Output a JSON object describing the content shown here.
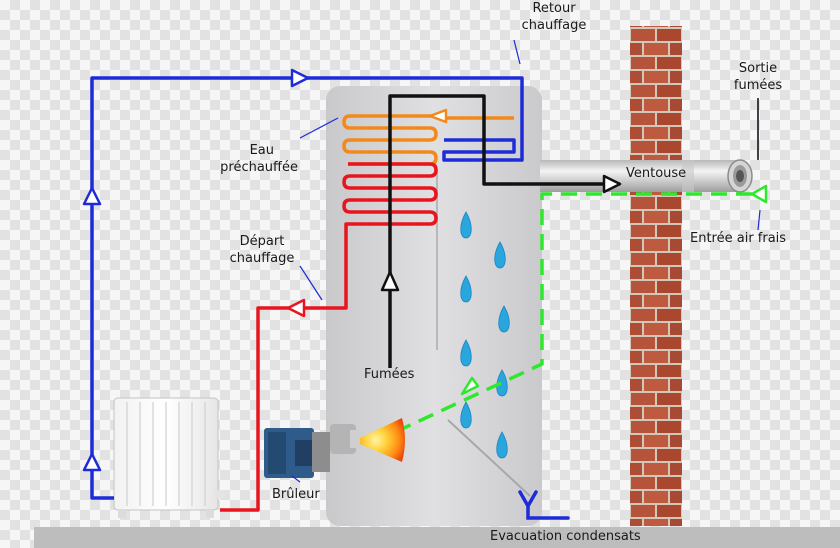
{
  "labels": {
    "retour_line1": "Retour",
    "retour_line2": "chauffage",
    "sortie_line1": "Sortie",
    "sortie_line2": "fumées",
    "eau_line1": "Eau",
    "eau_line2": "préchauffée",
    "ventouse": "Ventouse",
    "entree_air": "Entrée air frais",
    "depart_line1": "Départ",
    "depart_line2": "chauffage",
    "fumees": "Fumées",
    "bruleur": "Brûleur",
    "evacuation": "Evacuation condensats"
  },
  "colors": {
    "hot_water": "#e8151f",
    "cold_water": "#1d2bd8",
    "preheated_water": "#f28a1b",
    "flue_gas": "#111111",
    "fresh_air": "#2ee82e",
    "brick": "#b4513a",
    "mortar": "#cfc6b8",
    "boiler_body": "#d4d4d6",
    "condensate_drop": "#29a6e0",
    "floor": "#bdbdbd"
  },
  "icons": [
    "radiator-icon",
    "burner-icon",
    "flame-icon",
    "water-drop-icon",
    "flue-pipe-icon",
    "brick-wall-icon"
  ]
}
